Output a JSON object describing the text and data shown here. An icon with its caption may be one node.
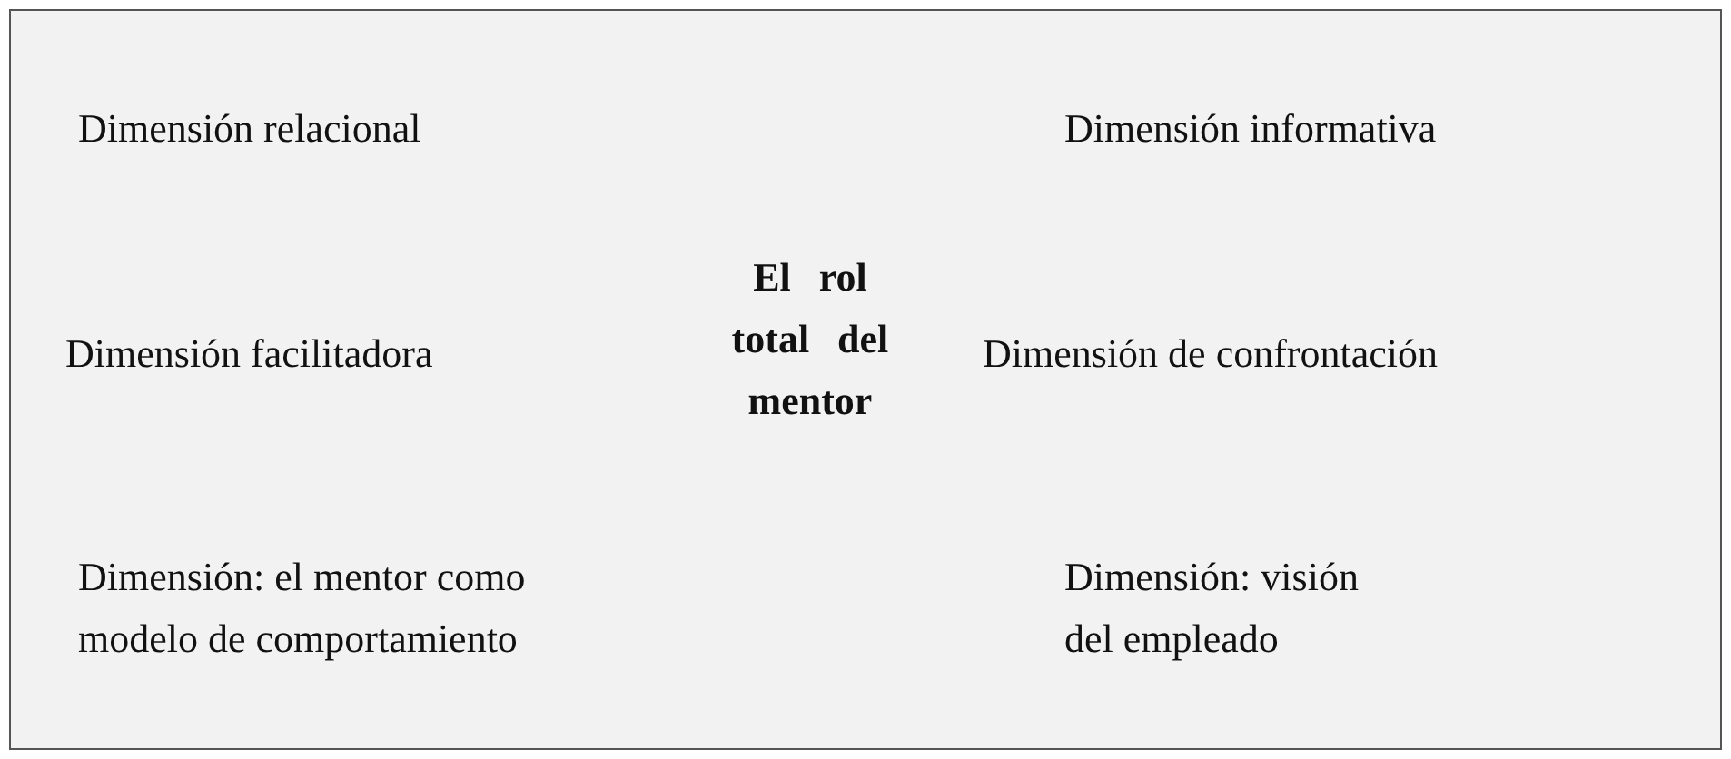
{
  "diagram": {
    "labels": [
      "Dimensión relacional",
      "Dimensión informativa",
      "El rol total del mentor",
      "Dimensión facilitadora",
      "Dimensión de confrontación",
      "Dimensión: el mentor como modelo de comportamiento",
      "Dimensión: visión del empleado"
    ]
  }
}
